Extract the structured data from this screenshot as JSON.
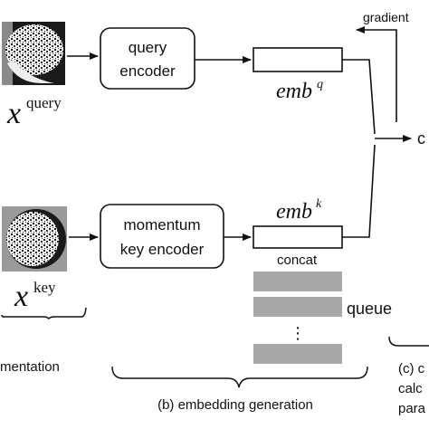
{
  "images": {
    "query": {
      "name": "augmented-query-image"
    },
    "key": {
      "name": "augmented-key-image"
    }
  },
  "boxes": {
    "query_encoder": {
      "line1": "query",
      "line2": "encoder"
    },
    "key_encoder": {
      "line1": "momentum",
      "line2": "key encoder"
    }
  },
  "labels": {
    "x_query_base": "x",
    "x_query_sup": "query",
    "x_key_base": "x",
    "x_key_sup": "key",
    "emb_q_base": "emb",
    "emb_q_sup": "q",
    "emb_k_base": "emb",
    "emb_k_sup": "k",
    "concat": "concat",
    "queue": "queue",
    "queue_dots": "⋮",
    "gradient": "gradient",
    "right_edge_letter": "c"
  },
  "sections": {
    "a_partial": "mentation",
    "b": "(b) embedding generation",
    "c_line1": "(c) c",
    "c_line2": "calc",
    "c_line3": "para"
  },
  "colors": {
    "stroke": "#111111",
    "queue_bar": "#a8a8a8"
  }
}
